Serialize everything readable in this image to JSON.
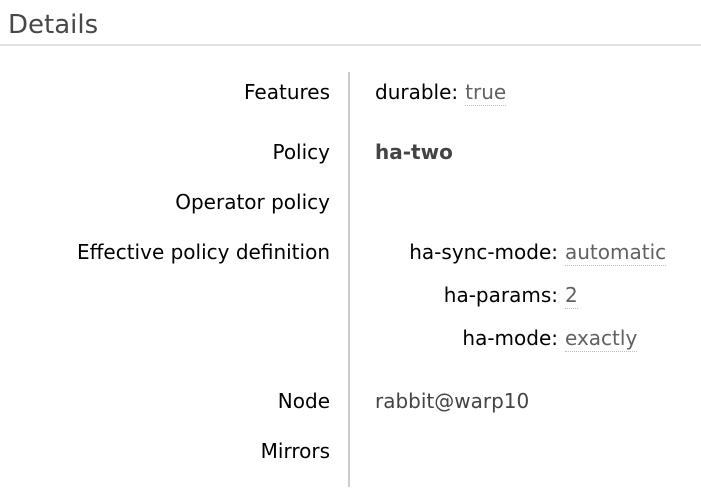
{
  "section": {
    "title": "Details"
  },
  "colors": {
    "title_text": "#484848",
    "label_text": "#000000",
    "value_muted_text": "#616161",
    "value_dark_text": "#444444",
    "divider_vertical": "#cccccc",
    "rule_horizontal": "#e2e2e2",
    "background": "#ffffff"
  },
  "details": {
    "rows": [
      {
        "label": "Features",
        "type": "kv",
        "pairs": [
          {
            "key": "durable:",
            "value": "true"
          }
        ]
      },
      {
        "label": "Policy",
        "type": "bold",
        "value": "ha-two"
      },
      {
        "label": "Operator policy",
        "type": "empty",
        "value": ""
      },
      {
        "label": "Effective policy definition",
        "type": "kv",
        "pairs": [
          {
            "key": "ha-sync-mode:",
            "value": "automatic"
          },
          {
            "key": "ha-params:",
            "value": "2"
          },
          {
            "key": "ha-mode:",
            "value": "exactly"
          }
        ]
      },
      {
        "label": "Node",
        "type": "plain",
        "value": "rabbit@warp10"
      },
      {
        "label": "Mirrors",
        "type": "empty",
        "value": ""
      }
    ]
  }
}
